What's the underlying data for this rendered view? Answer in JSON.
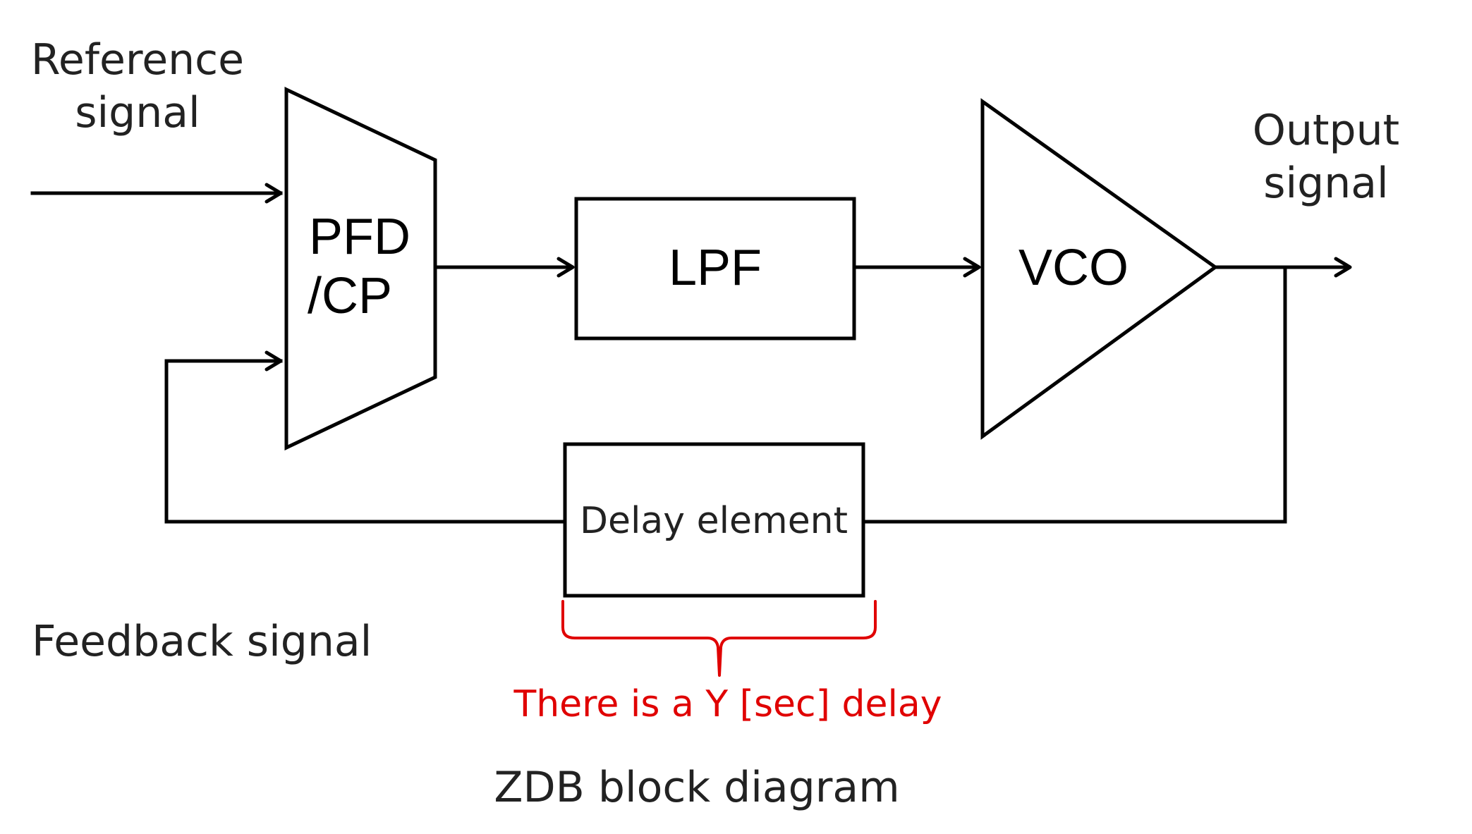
{
  "labels": {
    "reference_line1": "Reference",
    "reference_line2": "signal",
    "output_line1": "Output",
    "output_line2": "signal",
    "feedback": "Feedback signal",
    "caption": "ZDB block diagram"
  },
  "blocks": {
    "pfd_line1": "PFD",
    "pfd_line2": "/CP",
    "lpf": "LPF",
    "vco": "VCO",
    "delay": "Delay element"
  },
  "annotation": {
    "delay_note": "There is a Y [sec] delay",
    "color": "#e00000"
  }
}
